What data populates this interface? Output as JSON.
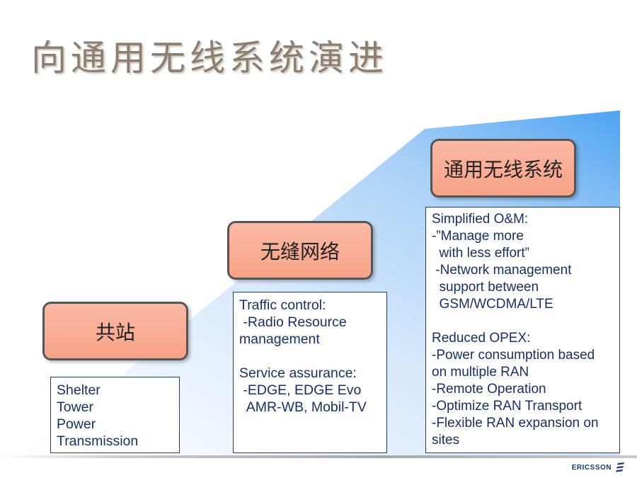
{
  "slide": {
    "title": "向通用无线系统演进",
    "stages": [
      {
        "label": "共站",
        "details": [
          "Shelter",
          "Tower",
          "Power",
          "Transmission"
        ]
      },
      {
        "label": "无缝网络",
        "details": [
          "Traffic control:",
          " -Radio Resource",
          "management",
          "",
          "Service assurance:",
          " -EDGE, EDGE Evo",
          "  AMR-WB, Mobil-TV"
        ]
      },
      {
        "label": "通用无线系统",
        "details": [
          "Simplified O&M:",
          "-”Manage more",
          "  with less effort”",
          " -Network management",
          "  support between",
          "  GSM/WCDMA/LTE",
          "",
          "Reduced OPEX:",
          "-Power consumption based",
          "on multiple RAN",
          "-Remote Operation",
          "-Optimize RAN Transport",
          "-Flexible RAN expansion on",
          "sites"
        ]
      }
    ],
    "logo_text": "ERICSSON",
    "colors": {
      "title": "#8c7f72",
      "stage_fill": "#f9a88e",
      "text": "#1a2f66",
      "ramp_blue": "#5aa9f2"
    }
  }
}
